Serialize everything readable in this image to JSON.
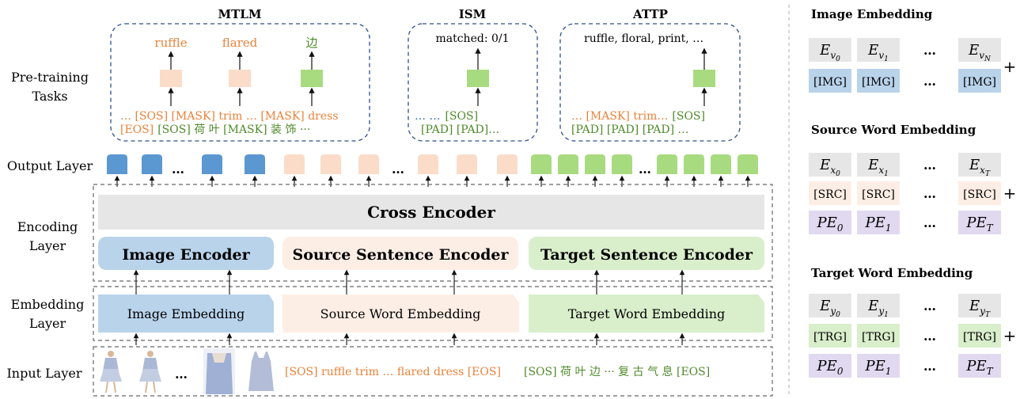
{
  "colors": {
    "blue": "#5b97d1",
    "blue_light": "#b9d3eb",
    "peach": "#fbdcc9",
    "peach_light": "#fdeee5",
    "green": "#a8db80",
    "green_light": "#d9eecb",
    "gray": "#e6e6e6",
    "purple": "#e1d9f0",
    "orange_text": "#e8823a",
    "green_text": "#4f8a2b"
  },
  "row_labels": {
    "pretraining_1": "Pre-training",
    "pretraining_2": "Tasks",
    "output": "Output Layer",
    "encoding_1": "Encoding",
    "encoding_2": "Layer",
    "embedding_1": "Embedding",
    "embedding_2": "Layer",
    "input": "Input Layer"
  },
  "tasks": {
    "mtlm": {
      "title": "MTLM",
      "preds": [
        "ruffle",
        "flared",
        "边"
      ],
      "line1": [
        "… [SOS] [MASK] trim … [MASK] dress"
      ],
      "line2_orange": "[EOS]",
      "line2_green": "[SOS] 荷 叶 [MASK] 装 饰 ···"
    },
    "ism": {
      "title": "ISM",
      "pred": "matched: 0/1",
      "line1_dots": "… …",
      "line1_sos": "[SOS]",
      "line2": "[PAD] [PAD]…"
    },
    "attp": {
      "title": "ATTP",
      "pred": "ruffle, floral, print, …",
      "line1": "… [MASK] trim…",
      "line1_sos": "[SOS]",
      "line2": "[PAD] [PAD] [PAD] …"
    }
  },
  "output_ellipses": [
    "…",
    "…",
    "…"
  ],
  "encoders": {
    "cross": "Cross Encoder",
    "image": "Image Encoder",
    "source": "Source Sentence Encoder",
    "target": "Target Sentence Encoder"
  },
  "embeddings": {
    "image": "Image Embedding",
    "source": "Source Word Embedding",
    "target": "Target Word Embedding"
  },
  "input": {
    "image_ellipsis": "…",
    "source_text": "[SOS] ruffle trim … flared dress [EOS]",
    "target_text": "[SOS] 荷 叶 边 ··· 复 古 气 息 [EOS]"
  },
  "right_panel": {
    "image_title": "Image Embedding",
    "image_row1": [
      "E_{v_0}",
      "E_{v_1}",
      "…",
      "E_{v_N}"
    ],
    "image_row2": [
      "[IMG]",
      "[IMG]",
      "…",
      "[IMG]"
    ],
    "source_title": "Source Word Embedding",
    "source_row1": [
      "E_{x_0}",
      "E_{x_1}",
      "…",
      "E_{x_T}"
    ],
    "source_row2": [
      "[SRC]",
      "[SRC]",
      "…",
      "[SRC]"
    ],
    "source_row3": [
      "PE_0",
      "PE_1",
      "…",
      "PE_T"
    ],
    "target_title": "Target Word Embedding",
    "target_row1": [
      "E_{y_0}",
      "E_{y_1}",
      "…",
      "E_{y_T}"
    ],
    "target_row2": [
      "[TRG]",
      "[TRG]",
      "…",
      "[TRG]"
    ],
    "target_row3": [
      "PE_0",
      "PE_1",
      "…",
      "PE_T"
    ],
    "plus": "+"
  }
}
